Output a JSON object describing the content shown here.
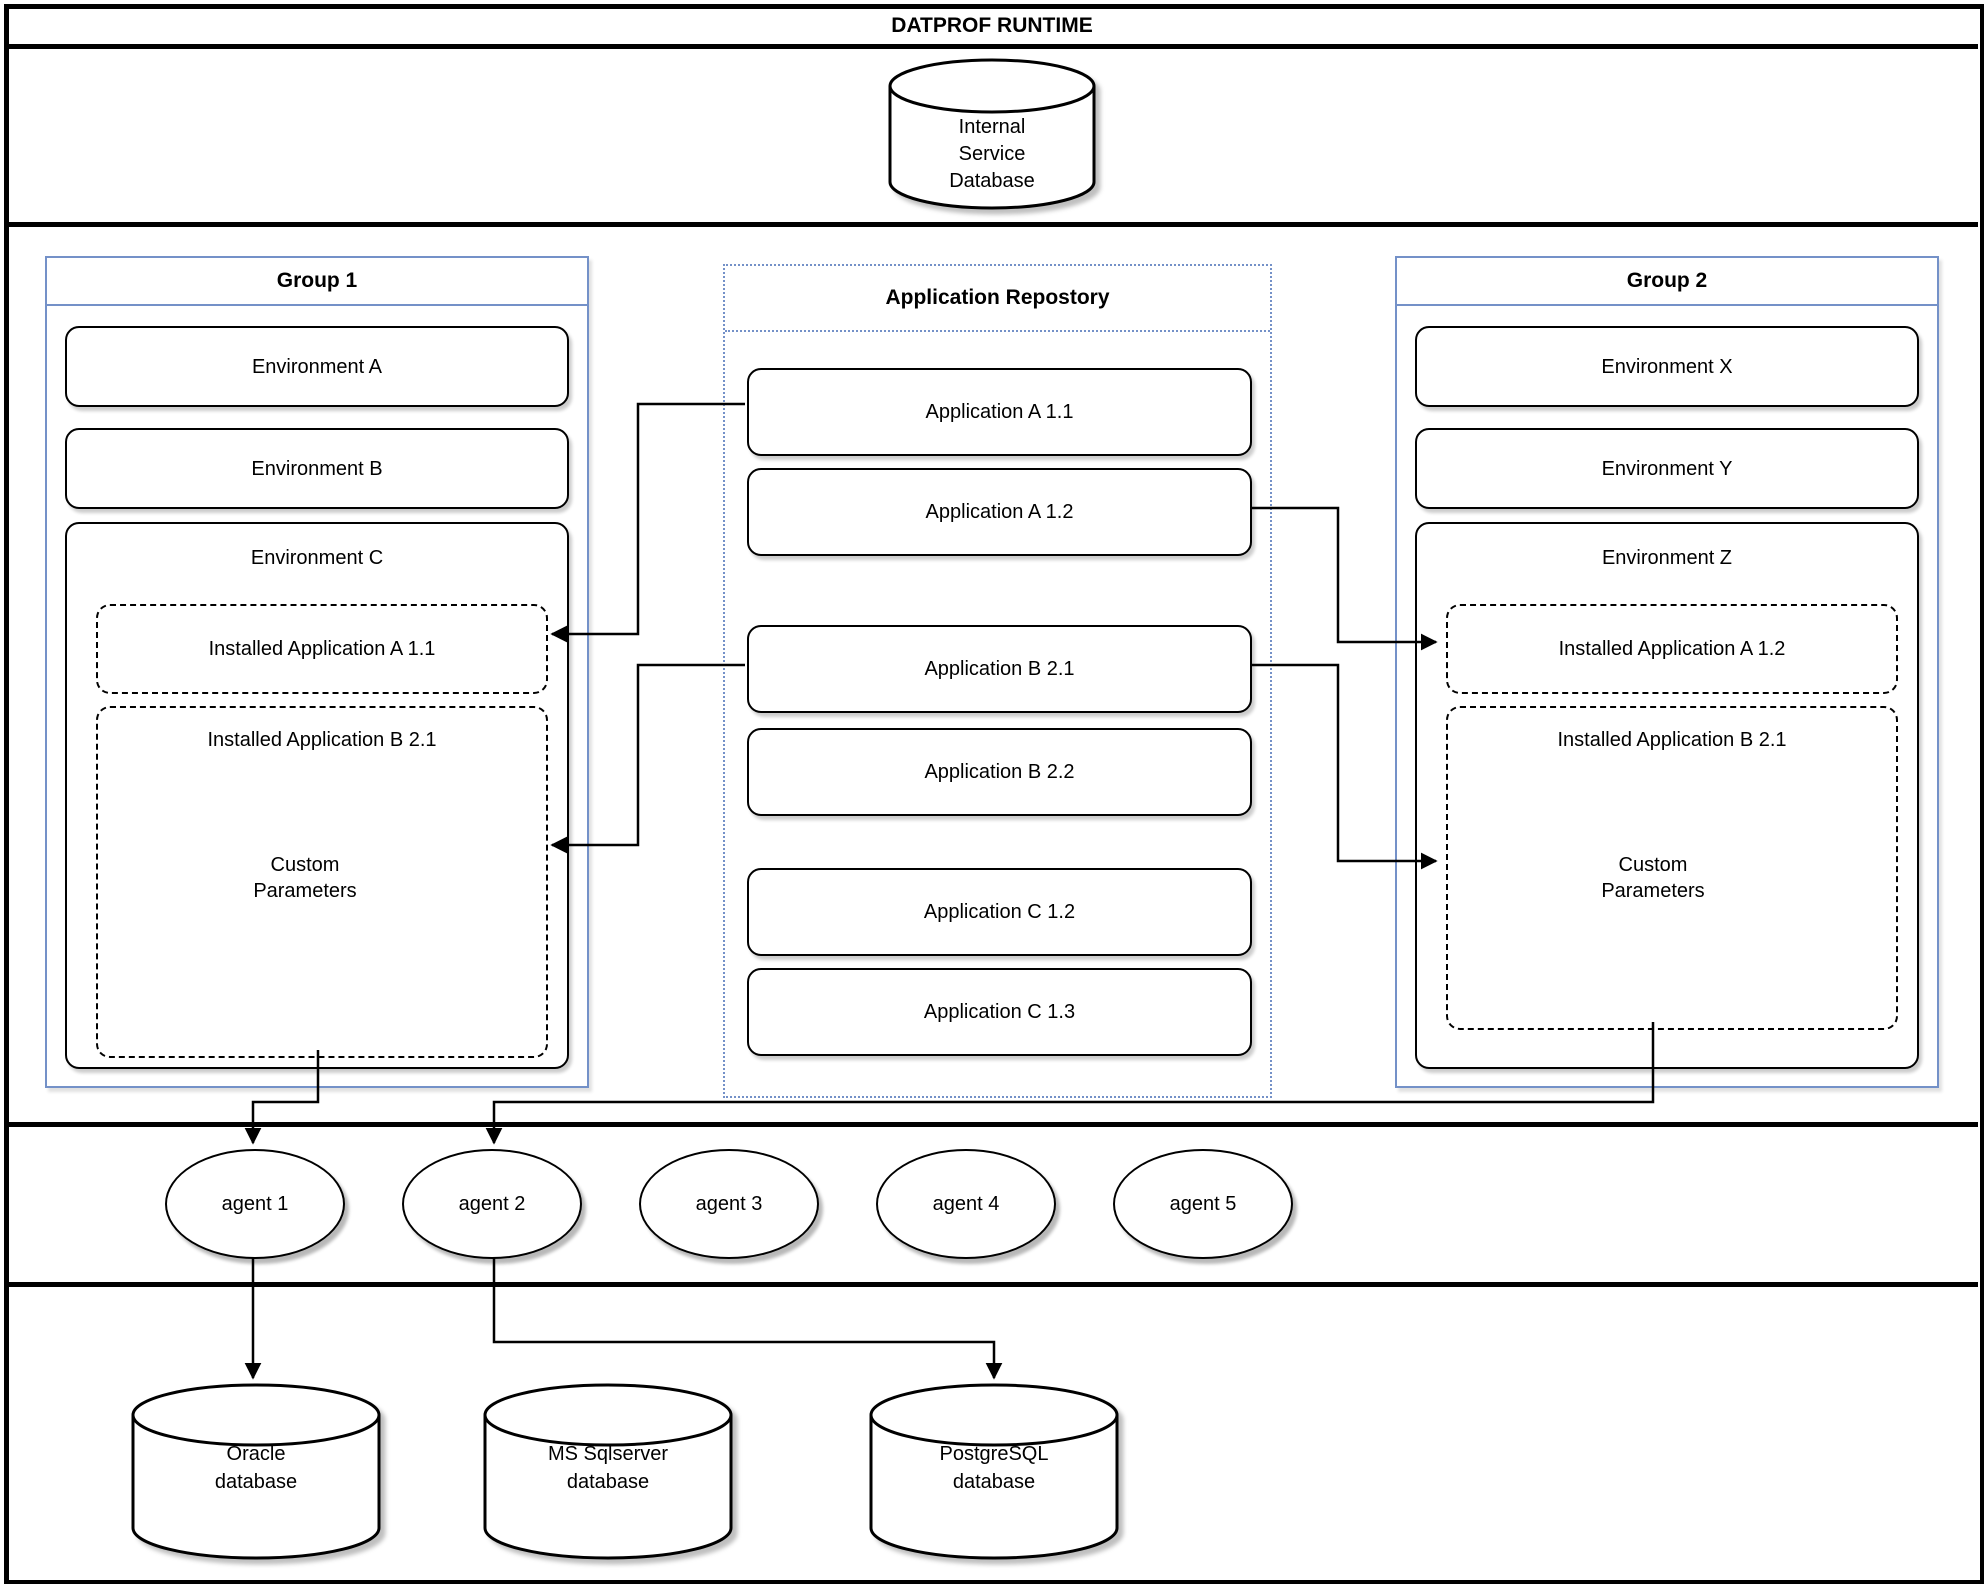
{
  "page": {
    "title": "DATPROF RUNTIME"
  },
  "colors": {
    "group_border_blue": "#7491c8",
    "line_black": "#000000",
    "shape_fill": "#ffffff"
  },
  "internal_service_database": {
    "lines": [
      "Internal",
      "Service",
      "Database"
    ]
  },
  "group1": {
    "title": "Group 1",
    "env_a": "Environment A",
    "env_b": "Environment B",
    "env_c": "Environment C",
    "installed_app_a": "Installed Application A 1.1",
    "installed_app_b": "Installed Application B 2.1",
    "custom_parameters": "Custom Parameters"
  },
  "repository": {
    "title": "Application Repostory",
    "apps": [
      "Application A 1.1",
      "Application A 1.2",
      "Application B 2.1",
      "Application B 2.2",
      "Application C 1.2",
      "Application C 1.3"
    ]
  },
  "group2": {
    "title": "Group 2",
    "env_x": "Environment X",
    "env_y": "Environment Y",
    "env_z": "Environment Z",
    "installed_app_a": "Installed Application A 1.2",
    "installed_app_b": "Installed Application B 2.1",
    "custom_parameters": "Custom Parameters"
  },
  "agents": [
    "agent 1",
    "agent 2",
    "agent 3",
    "agent 4",
    "agent 5"
  ],
  "databases": [
    {
      "lines": [
        "Oracle",
        "database"
      ]
    },
    {
      "lines": [
        "MS Sqlserver",
        "database"
      ]
    },
    {
      "lines": [
        "PostgreSQL",
        "database"
      ]
    }
  ]
}
